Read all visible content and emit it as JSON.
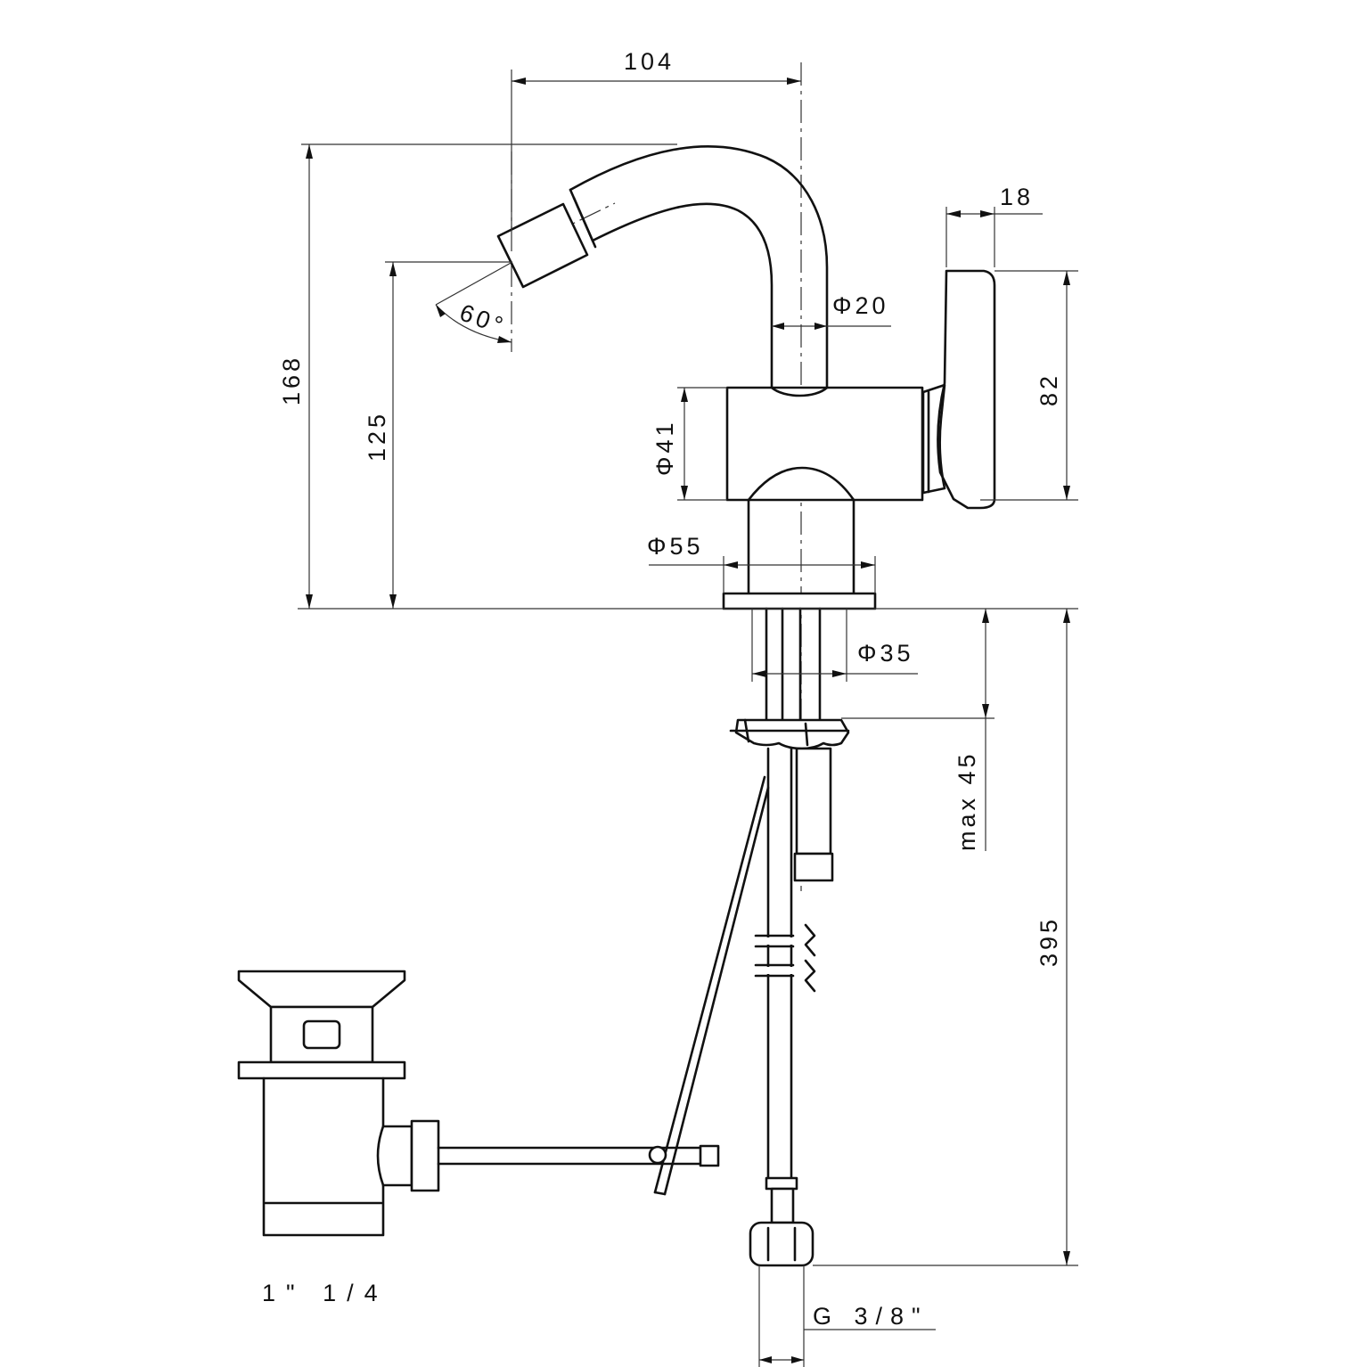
{
  "dimensions": {
    "reach": "104",
    "total_height": "168",
    "spout_height": "125",
    "spout_angle": "60°",
    "spout_diameter": "Φ20",
    "body_diameter": "Φ41",
    "base_diameter": "Φ55",
    "lever_width": "18",
    "lever_height": "82",
    "shank_diameter": "Φ35",
    "max_deck_thickness": "max 45",
    "hose_length": "395",
    "waste_size": "1\" 1/4",
    "connection_thread": "G 3/8\""
  }
}
